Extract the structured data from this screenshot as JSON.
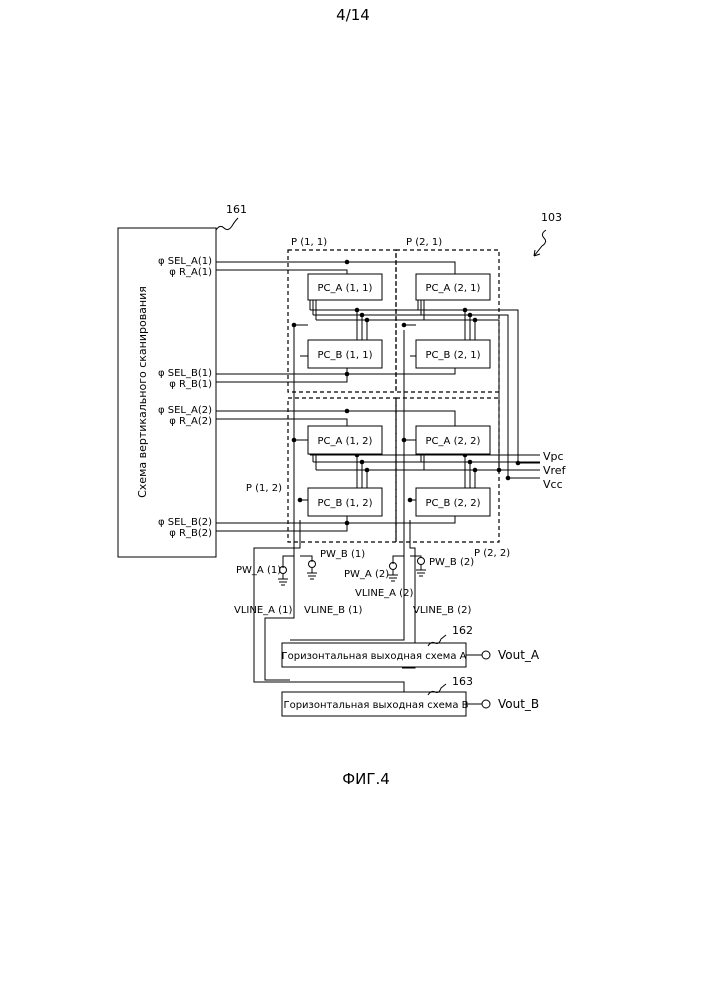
{
  "page": {
    "number": "4/14",
    "figure": "ФИГ.4"
  },
  "refs": {
    "scan": "161",
    "array": "103",
    "hout_a": "162",
    "hout_b": "163"
  },
  "scan_circuit": {
    "label": "Схема вертикального сканирования"
  },
  "row_signals": [
    "φ SEL_A(1)",
    "φ R_A(1)",
    "φ SEL_B(1)",
    "φ R_B(1)",
    "φ SEL_A(2)",
    "φ R_A(2)",
    "φ SEL_B(2)",
    "φ R_B(2)"
  ],
  "pixels": {
    "p11": "P (1, 1)",
    "p21": "P (2, 1)",
    "p12": "P (1, 2)",
    "p22": "P (2, 2)"
  },
  "cells": {
    "a11": "PC_A (1, 1)",
    "b11": "PC_B (1, 1)",
    "a21": "PC_A (2, 1)",
    "b21": "PC_B (2, 1)",
    "a12": "PC_A (1, 2)",
    "b12": "PC_B (1, 2)",
    "a22": "PC_A (2, 2)",
    "b22": "PC_B (2, 2)"
  },
  "power": {
    "vpc": "Vpc",
    "vref": "Vref",
    "vcc": "Vcc"
  },
  "sources": {
    "pwa1": "PW_A (1)",
    "pwb1": "PW_B (1)",
    "pwa2": "PW_A (2)",
    "pwb2": "PW_B (2)"
  },
  "vlines": {
    "a1": "VLINE_A (1)",
    "b1": "VLINE_B (1)",
    "a2": "VLINE_A (2)",
    "b2": "VLINE_B (2)"
  },
  "outputs": {
    "hout_a": "Горизонтальная выходная схема А",
    "hout_b": "Горизонтальная выходная схема B",
    "vout_a": "Vout_A",
    "vout_b": "Vout_B"
  }
}
